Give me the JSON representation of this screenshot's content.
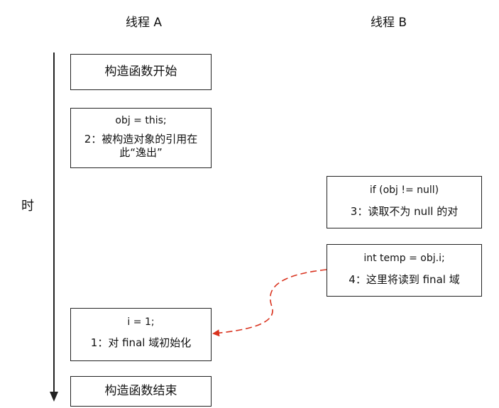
{
  "headers": {
    "thread_a": "线程 A",
    "thread_b": "线程 B"
  },
  "time_axis": {
    "label": "时"
  },
  "thread_a_boxes": {
    "constructor_start": "构造函数开始",
    "assign_this": {
      "code": "obj = this;",
      "note": "2：被构造对象的引用在此“逸出”"
    },
    "init_final": {
      "code": "i = 1;",
      "note": "1：对 final 域初始化"
    },
    "constructor_end": "构造函数结束"
  },
  "thread_b_boxes": {
    "null_check": {
      "code": "if (obj != null)",
      "note": "3：读取不为 null 的对"
    },
    "read_field": {
      "code": "int temp = obj.i;",
      "note": "4：这里将读到 final 域"
    }
  },
  "colors": {
    "reorder_arrow": "#d9331f",
    "border": "#222222"
  }
}
